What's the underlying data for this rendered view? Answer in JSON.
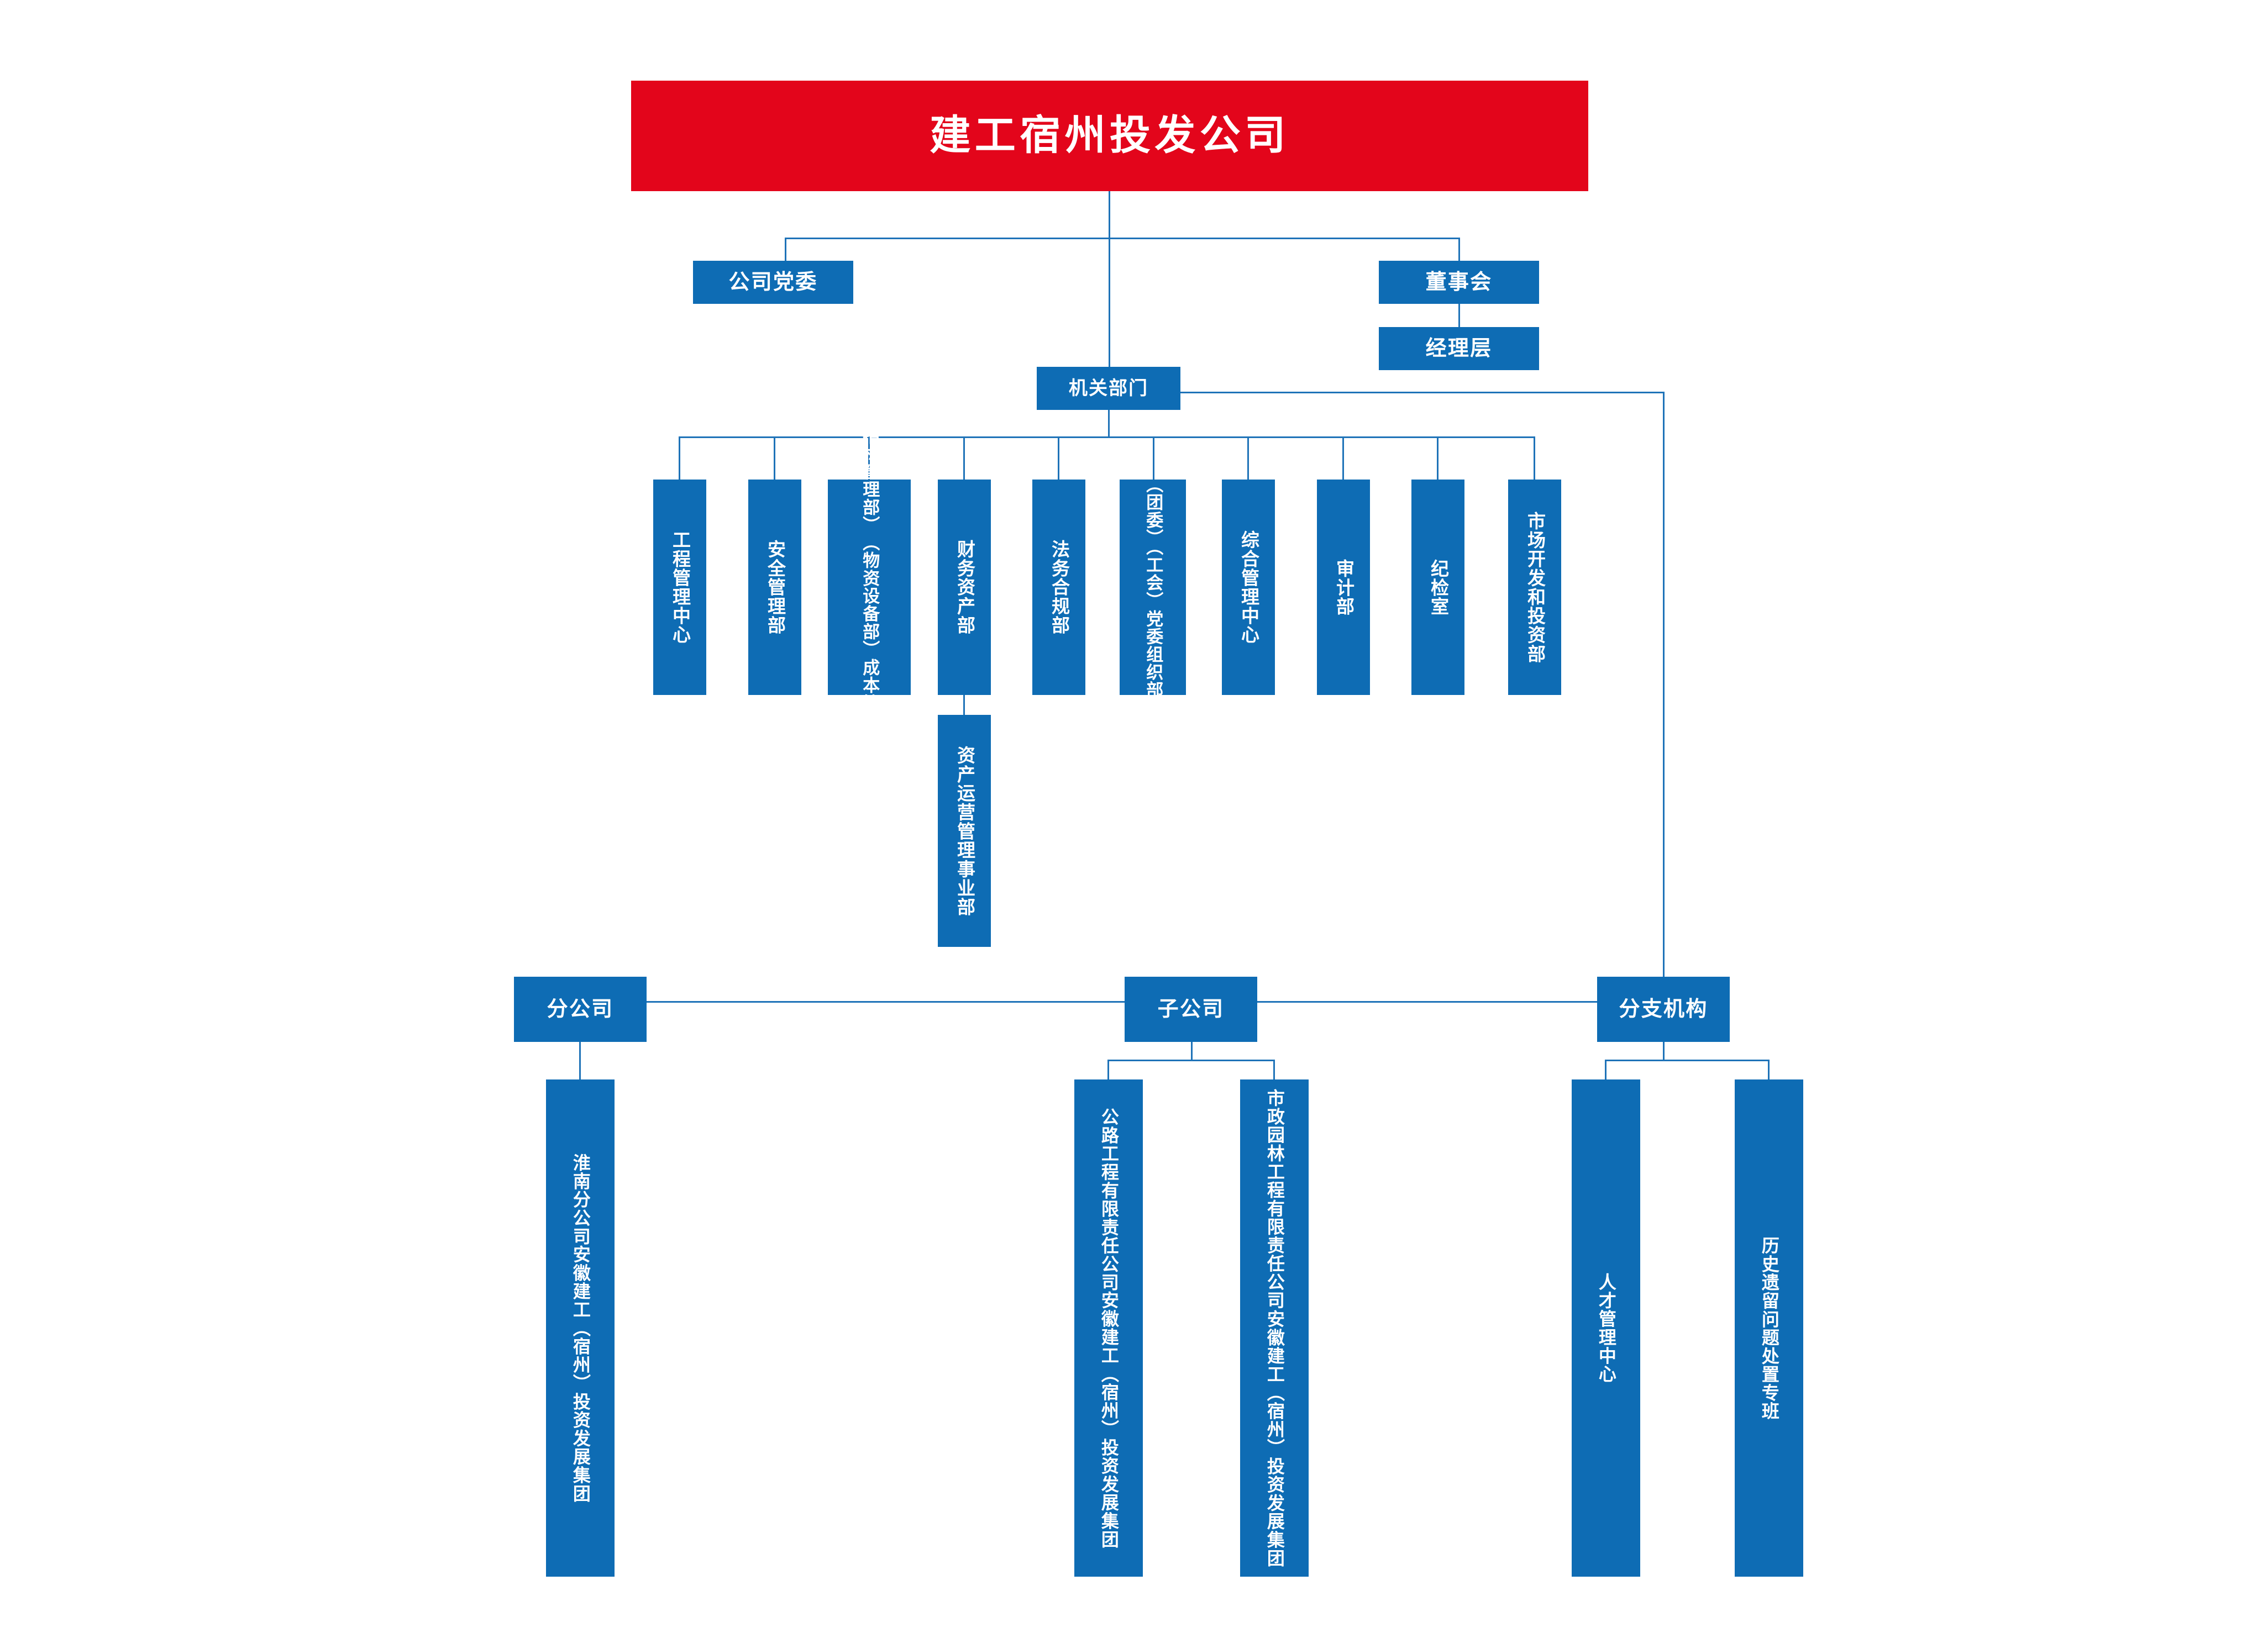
{
  "chart_title": "建工宿州投发公司",
  "colors": {
    "primary_blue": "#0E6CB4",
    "accent_red": "#E3051B",
    "line_blue": "#1F73B8",
    "text_white": "#FFFFFF",
    "background": "#FFFFFF"
  },
  "root": {
    "label": "建工宿州投发公司"
  },
  "level2": {
    "party_committee": "公司党委",
    "board_of_directors": "董事会",
    "management_level": "经理层",
    "organ_departments": "机关部门"
  },
  "departments": [
    {
      "label": "工程管理中心",
      "columns": [
        "工程管理中心"
      ]
    },
    {
      "label": "安全管理部",
      "columns": [
        "安全管理部"
      ]
    },
    {
      "label": "成本管理中心（物资设备部）（招标管理部）",
      "columns": [
        "成本管理中心",
        "（物资设备部）",
        "（招标管理部）"
      ]
    },
    {
      "label": "财务资产部",
      "columns": [
        "财务资产部"
      ]
    },
    {
      "label": "法务合规部",
      "columns": [
        "法务合规部"
      ]
    },
    {
      "label": "党委组织部（团委）（工会）",
      "columns": [
        "党委组织部",
        "（团委）（工会）"
      ]
    },
    {
      "label": "综合管理中心",
      "columns": [
        "综合管理中心"
      ]
    },
    {
      "label": "审计部",
      "columns": [
        "审计部"
      ]
    },
    {
      "label": "纪检室",
      "columns": [
        "纪检室"
      ]
    },
    {
      "label": "市场开发和投资部",
      "columns": [
        "市场开发和投资部"
      ]
    }
  ],
  "sub_department": {
    "label": "资产运营管理事业部",
    "parent": "财务资产部"
  },
  "groups": [
    {
      "heading": "分公司",
      "children": [
        {
          "label": "安徽建工（宿州）投资发展集团淮南分公司",
          "columns": [
            "安徽建工（宿州）投资发展集团",
            "淮南分公司"
          ]
        }
      ]
    },
    {
      "heading": "子公司",
      "children": [
        {
          "label": "安徽建工（宿州）投资发展集团公路工程有限责任公司",
          "columns": [
            "安徽建工（宿州）投资发展集团",
            "公路工程有限责任公司"
          ]
        },
        {
          "label": "安徽建工（宿州）投资发展集团市政园林工程有限责任公司",
          "columns": [
            "安徽建工（宿州）投资发展集团",
            "市政园林工程有限责任公司"
          ]
        }
      ]
    },
    {
      "heading": "分支机构",
      "children": [
        {
          "label": "人才管理中心",
          "columns": [
            "人才管理中心"
          ]
        },
        {
          "label": "历史遗留问题处置专班",
          "columns": [
            "历史遗留问题处置专班"
          ]
        }
      ]
    }
  ]
}
